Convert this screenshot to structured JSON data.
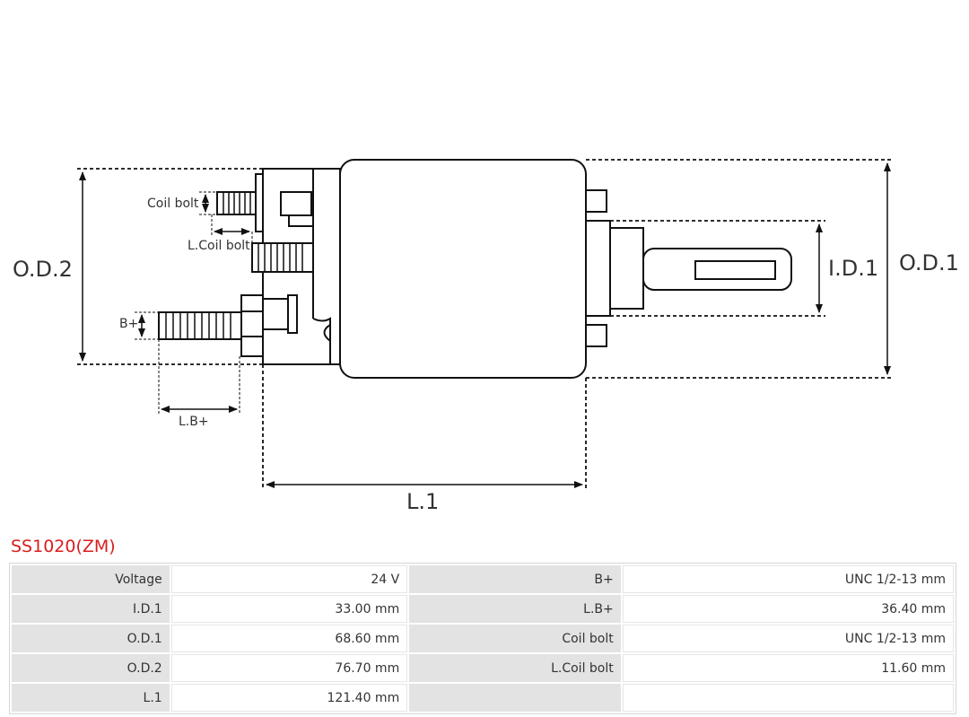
{
  "diagram": {
    "labels": {
      "od2": "O.D.2",
      "od1": "O.D.1",
      "id1": "I.D.1",
      "l1": "L.1",
      "lb_plus": "L.B+",
      "b_plus": "B+",
      "coil_bolt": "Coil bolt",
      "l_coil_bolt": "L.Coil bolt"
    }
  },
  "product": {
    "code": "SS1020(ZM)"
  },
  "specs": [
    {
      "k1": "Voltage",
      "v1": "24 V",
      "k2": "B+",
      "v2": "UNC 1/2-13 mm"
    },
    {
      "k1": "I.D.1",
      "v1": "33.00 mm",
      "k2": "L.B+",
      "v2": "36.40 mm"
    },
    {
      "k1": "O.D.1",
      "v1": "68.60 mm",
      "k2": "Coil bolt",
      "v2": "UNC 1/2-13 mm"
    },
    {
      "k1": "O.D.2",
      "v1": "76.70 mm",
      "k2": "L.Coil bolt",
      "v2": "11.60 mm"
    },
    {
      "k1": "L.1",
      "v1": "121.40 mm",
      "k2": "",
      "v2": ""
    }
  ]
}
